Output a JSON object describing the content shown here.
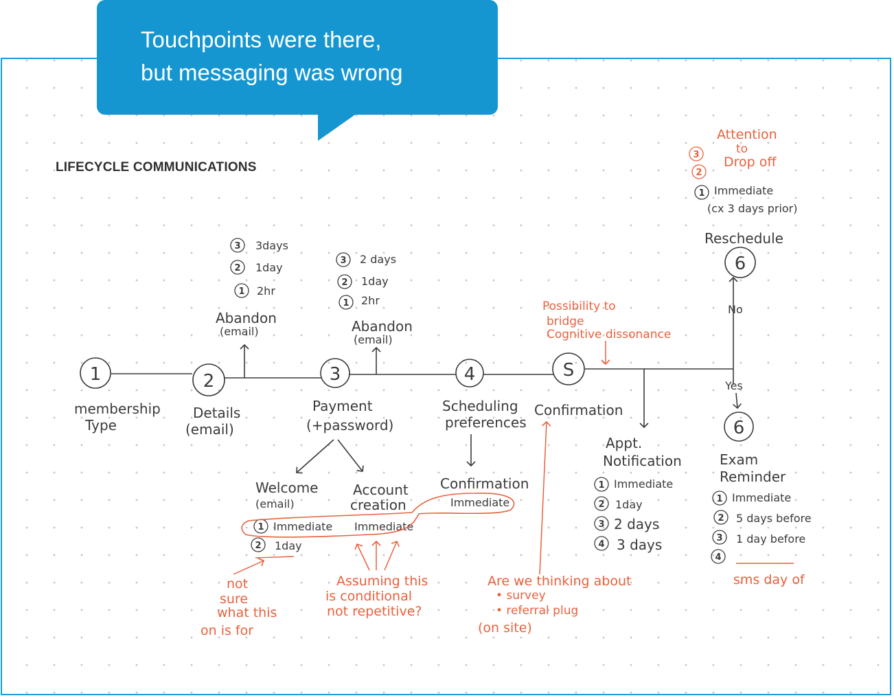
{
  "callout": {
    "line1": "Touchpoints were there,",
    "line2": "but messaging was wrong"
  },
  "section_title": "LIFECYCLE COMMUNICATIONS",
  "colors": {
    "frame": "#1a9ad6",
    "callout": "#1596d1",
    "ink": "#3a3a3a",
    "annotation": "#e9603d"
  },
  "steps": [
    {
      "num": "1",
      "label_line1": "membership",
      "label_line2": "Type"
    },
    {
      "num": "2",
      "label_line1": "Details",
      "label_line2": "(email)"
    },
    {
      "num": "3",
      "label_line1": "Payment",
      "label_line2": "(+password)"
    },
    {
      "num": "4",
      "label_line1": "Scheduling",
      "label_line2": "preferences"
    },
    {
      "num": "S",
      "label_line1": "Confirmation"
    }
  ],
  "abandon_details": {
    "title": "Abandon",
    "sub": "(email)",
    "items": [
      {
        "n": "3",
        "t": "3days"
      },
      {
        "n": "2",
        "t": "1day"
      },
      {
        "n": "1",
        "t": "2hr"
      }
    ]
  },
  "abandon_payment": {
    "title": "Abandon",
    "sub": "(email)",
    "items": [
      {
        "n": "3",
        "t": "2 days"
      },
      {
        "n": "2",
        "t": "1day"
      },
      {
        "n": "1",
        "t": "2hr"
      }
    ]
  },
  "welcome": {
    "line1": "Welcome",
    "line2": "(email)",
    "items": [
      {
        "n": "1",
        "t": "Immediate"
      },
      {
        "n": "2",
        "t": "1day"
      }
    ]
  },
  "account": {
    "line1": "Account",
    "line2": "creation",
    "timing": "Immediate"
  },
  "confirmation_email": {
    "title": "Confirmation",
    "timing": "Immediate"
  },
  "appt": {
    "line1": "Appt.",
    "line2": "Notification",
    "items": [
      {
        "n": "1",
        "t": "Immediate"
      },
      {
        "n": "2",
        "t": "1day"
      },
      {
        "n": "3",
        "t": "2 days"
      },
      {
        "n": "4",
        "t": "3 days"
      }
    ]
  },
  "exam": {
    "num": "6",
    "line1": "Exam",
    "line2": "Reminder",
    "items": [
      {
        "n": "1",
        "t": "Immediate"
      },
      {
        "n": "2",
        "t": "5 days before"
      },
      {
        "n": "3",
        "t": "1 day before"
      },
      {
        "n": "4",
        "t": ""
      }
    ],
    "sms": "sms day of"
  },
  "reschedule": {
    "num": "6",
    "title": "Reschedule",
    "items": [
      {
        "n": "1",
        "t": "Immediate"
      }
    ],
    "sub": "(cx 3 days prior)",
    "red_nums": [
      "3",
      "2"
    ],
    "attention_line1": "Attention",
    "attention_line2": "to",
    "attention_line3": "Drop off"
  },
  "branch": {
    "no": "No",
    "yes": "Yes"
  },
  "notes": {
    "possibility": [
      "Possibility to",
      "bridge",
      "Cognitive dissonance"
    ],
    "not_sure": [
      "not",
      "sure",
      "what this",
      "on is for"
    ],
    "assuming": [
      "Assuming this",
      "is conditional",
      "not repetitive?"
    ],
    "thinking": [
      "Are we thinking about",
      "• survey",
      "• referral plug",
      "(on site)"
    ]
  }
}
